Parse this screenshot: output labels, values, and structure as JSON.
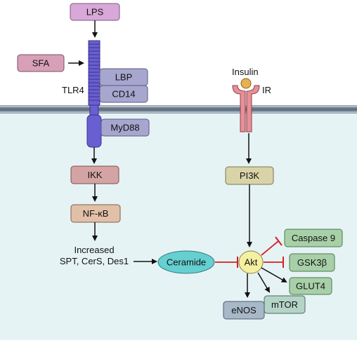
{
  "diagram": {
    "nodes": {
      "lps": "LPS",
      "sfa": "SFA",
      "tlr4": "TLR4",
      "lbp": "LBP",
      "cd14": "CD14",
      "myd88": "MyD88",
      "ikk": "IKK",
      "nfkb": "NF-κB",
      "increased_line1": "Increased",
      "increased_line2": "SPT, CerS, Des1",
      "ceramide": "Ceramide",
      "insulin": "Insulin",
      "ir": "IR",
      "pi3k": "PI3K",
      "akt": "Akt",
      "caspase9": "Caspase 9",
      "gsk3b": "GSK3β",
      "glut4": "GLUT4",
      "enos": "eNOS",
      "mtor": "mTOR"
    },
    "colors": {
      "lps": "#d8a8d8",
      "sfa": "#d8a0b8",
      "tlr4": "#6a5fd0",
      "lbp_cd14_myd88": "#a6a6cf",
      "ikk": "#d4a4a4",
      "nfkb": "#e2c0a8",
      "ceramide": "#66cfd0",
      "insulin": "#e8b050",
      "ir": "#e89098",
      "pi3k": "#d9d3a8",
      "akt": "#f5f0a0",
      "green_boxes": "#a8d0a8",
      "enos_mtor": "#a8b8c8",
      "inhibit": "#d42020",
      "membrane": "#7a8a9a",
      "cytoplasm": "#e8f4f6"
    }
  }
}
